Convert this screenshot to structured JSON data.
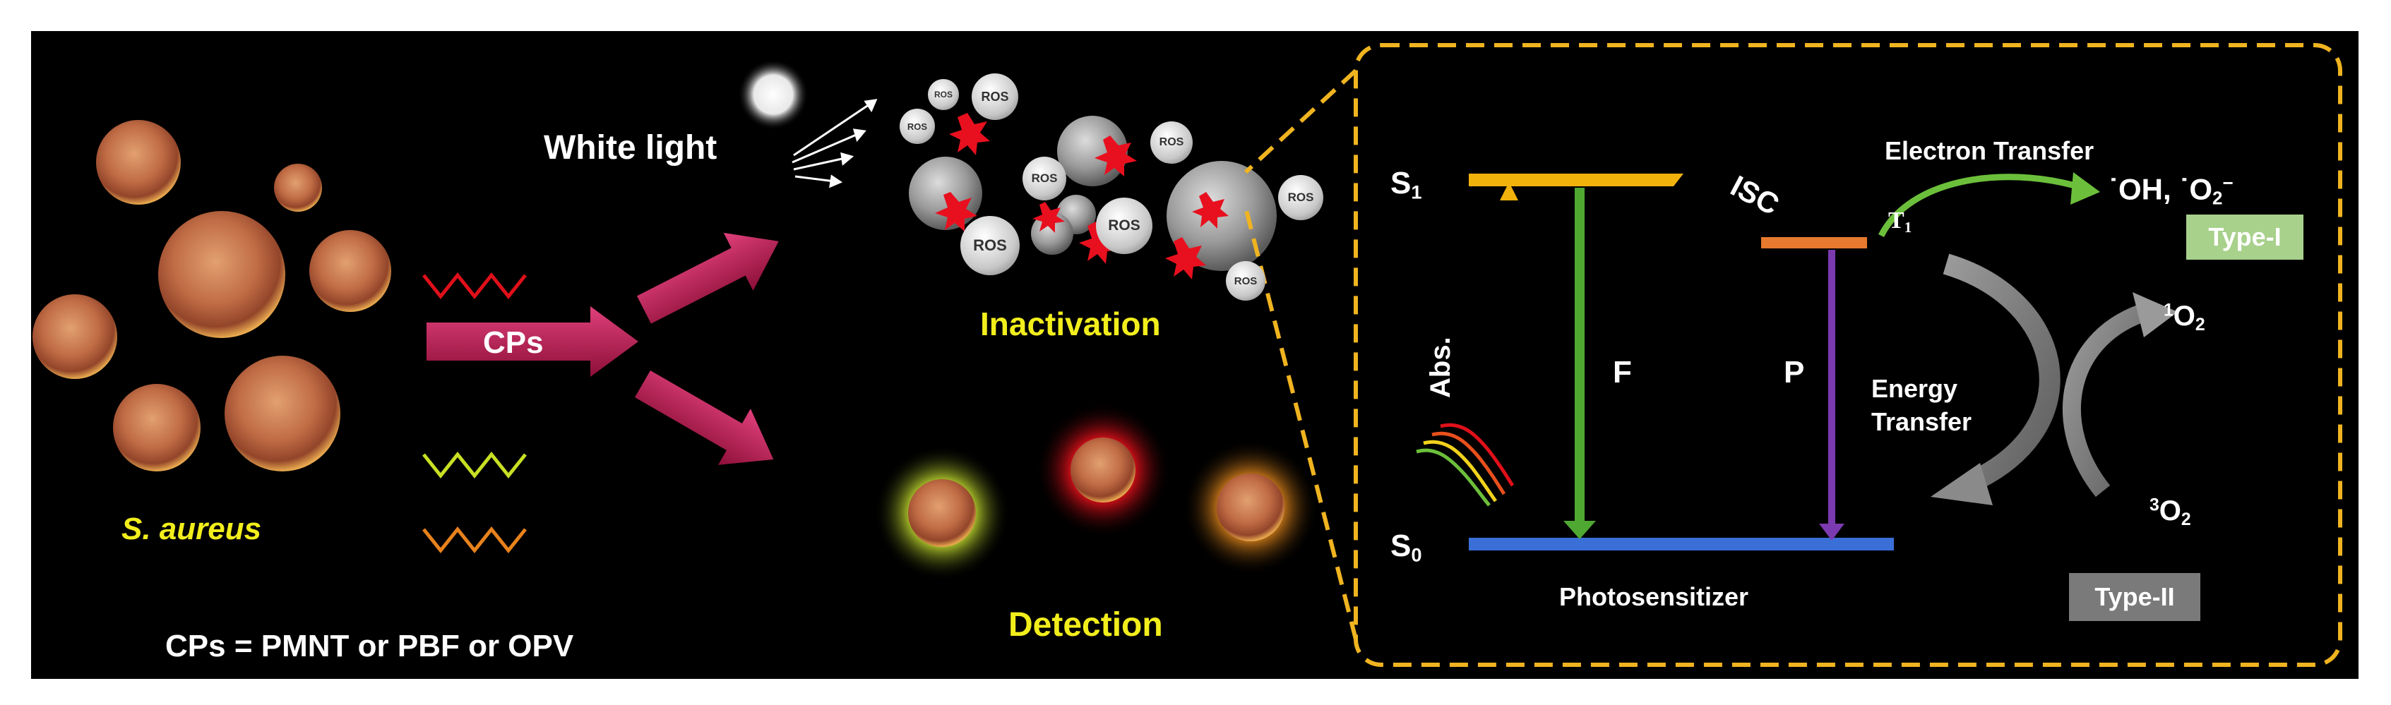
{
  "colors": {
    "background": "#000000",
    "highlight_text": "#f2ee1c",
    "dashed_frame": "#f0b420",
    "s1_level": "#f2b20c",
    "s0_level": "#3b6fd8",
    "t1_level": "#e77a2e",
    "fluorescence_arrow": "#4fa832",
    "phosphorescence_arrow": "#7c3ab0",
    "electron_transfer_arrow": "#6cbf3b",
    "type1_box": "#a8d18c",
    "type2_box": "#7a7a7a",
    "cp_arrow": "#b8174a"
  },
  "left": {
    "bacteria_label": "S. aureus",
    "cp_arrow_label": "CPs",
    "cp_definition": "CPs = PMNT or PBF or OPV",
    "light_label": "White light",
    "inactivation_label": "Inactivation",
    "detection_label": "Detection",
    "ros_label": "ROS"
  },
  "diagram": {
    "s1": "S",
    "s1_sub": "1",
    "s0": "S",
    "s0_sub": "0",
    "t1": "T",
    "t1_sub": "1",
    "abs": "Abs.",
    "f": "F",
    "p": "P",
    "isc": "ISC",
    "photosensitizer": "Photosensitizer",
    "electron_transfer": "Electron Transfer",
    "radicals_oh": "˙OH,",
    "radicals_o2": "˙O",
    "radicals_o2_sub": "2",
    "radicals_o2_sup": "−",
    "energy_transfer_1": "Energy",
    "energy_transfer_2": "Transfer",
    "singlet_oxygen_sup": "1",
    "singlet_oxygen": "O",
    "singlet_oxygen_sub": "2",
    "triplet_oxygen_sup": "3",
    "triplet_oxygen": "O",
    "triplet_oxygen_sub": "2",
    "type1": "Type-I",
    "type2": "Type-II"
  }
}
